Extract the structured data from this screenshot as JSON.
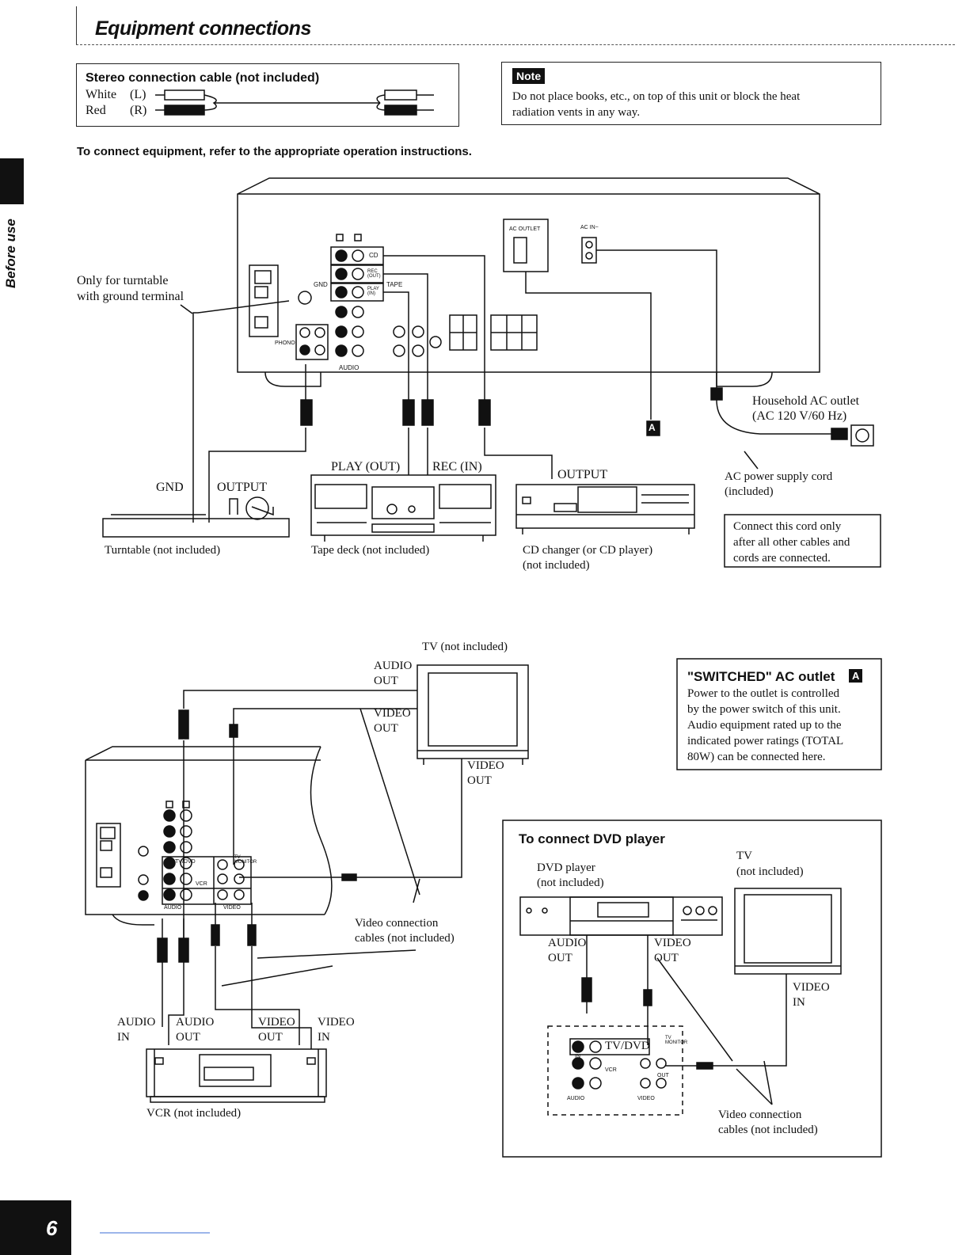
{
  "header": {
    "title": "Equipment connections"
  },
  "sidebar": {
    "label": "Before use",
    "page_number": "6"
  },
  "stereo_cable": {
    "title": "Stereo connection cable (not included)",
    "white": "White",
    "white_ch": "(L)",
    "red": "Red",
    "red_ch": "(R)"
  },
  "note": {
    "badge": "Note",
    "text_line1": "Do not place books, etc., on top of this unit or block the heat",
    "text_line2": "radiation vents in any way."
  },
  "instruction": "To connect equipment, refer to the appropriate operation instructions.",
  "top_diagram": {
    "ground_note_1": "Only for turntable",
    "ground_note_2": "with ground terminal",
    "gnd_small": "GND",
    "phono": "PHONO",
    "audio": "AUDIO",
    "cd": "CD",
    "rec_out": "REC (OUT)",
    "play_in": "PLAY (IN)",
    "tape": "TAPE",
    "ac_outlet": "AC OUTLET",
    "ac_in": "AC IN~",
    "gnd": "GND",
    "output_tt": "OUTPUT",
    "play_out": "PLAY (OUT)",
    "rec_in": "REC (IN)",
    "output_cd": "OUTPUT",
    "marker_a": "A",
    "household_1": "Household AC outlet",
    "household_2": "(AC 120 V/60 Hz)",
    "ac_cord_1": "AC power supply cord",
    "ac_cord_2": "(included)",
    "turntable": "Turntable (not included)",
    "tape_deck": "Tape deck (not included)",
    "cd_changer_1": "CD changer (or CD player)",
    "cd_changer_2": "(not included)",
    "connect_note_1": "Connect this cord only",
    "connect_note_2": "after all other cables and",
    "connect_note_3": "cords are connected."
  },
  "bottom_diagram": {
    "tv": "TV (not included)",
    "audio_out_1": "AUDIO",
    "audio_out_2": "OUT",
    "video_out_1": "VIDEO",
    "video_out_2": "OUT",
    "video_out_b1": "VIDEO",
    "video_out_b2": "OUT",
    "video_cables_1": "Video connection",
    "video_cables_2": "cables (not included)",
    "audio_in_1": "AUDIO",
    "audio_in_2": "IN",
    "vcr_audio_out_1": "AUDIO",
    "vcr_audio_out_2": "OUT",
    "vcr_video_out_1": "VIDEO",
    "vcr_video_out_2": "OUT",
    "vcr_video_in_1": "VIDEO",
    "vcr_video_in_2": "IN",
    "vcr": "VCR (not included)",
    "tv_dvd": "TV/DVD",
    "vcr_small": "VCR",
    "tv_monitor": "TV MONITOR",
    "in": "IN",
    "out": "OUT",
    "audio_small": "AUDIO",
    "video_small": "VIDEO"
  },
  "switched": {
    "title": "\"SWITCHED\" AC outlet",
    "marker": "A",
    "line1": "Power to the outlet is controlled",
    "line2": "by the power switch of this unit.",
    "line3": "Audio equipment rated up to the",
    "line4": "indicated power ratings (TOTAL",
    "line5": "80W) can be connected here."
  },
  "dvd": {
    "title": "To connect DVD player",
    "dvd_player_1": "DVD player",
    "dvd_player_2": "(not included)",
    "tv_1": "TV",
    "tv_2": "(not included)",
    "audio_out_1": "AUDIO",
    "audio_out_2": "OUT",
    "video_out_1": "VIDEO",
    "video_out_2": "OUT",
    "video_in_1": "VIDEO",
    "video_in_2": "IN",
    "tv_dvd": "TV/DVD",
    "vcr_small": "VCR",
    "tv_monitor": "TV MONITOR",
    "audio_small": "AUDIO",
    "video_small": "VIDEO",
    "in": "IN",
    "out": "OUT",
    "cables_1": "Video connection",
    "cables_2": "cables (not included)"
  }
}
